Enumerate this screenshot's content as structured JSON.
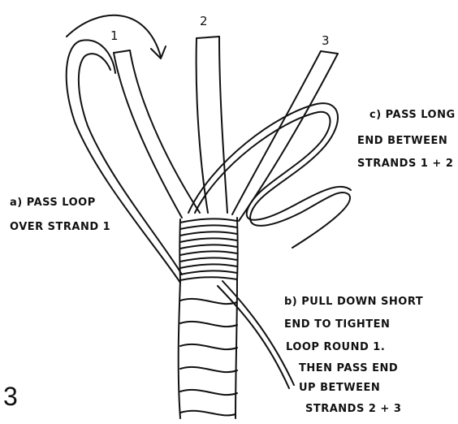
{
  "strand_labels": [
    "1",
    "2",
    "3"
  ],
  "annotations": {
    "a": [
      "a) PASS LOOP",
      "OVER STRAND 1"
    ],
    "b": [
      "b) PULL DOWN SHORT",
      "END TO TIGHTEN",
      "LOOP ROUND 1.",
      "THEN PASS END",
      "UP BETWEEN",
      "STRANDS 2 + 3"
    ],
    "c": [
      "c) PASS LONG",
      "END BETWEEN",
      "STRANDS 1 + 2"
    ]
  },
  "figure_number": "3"
}
